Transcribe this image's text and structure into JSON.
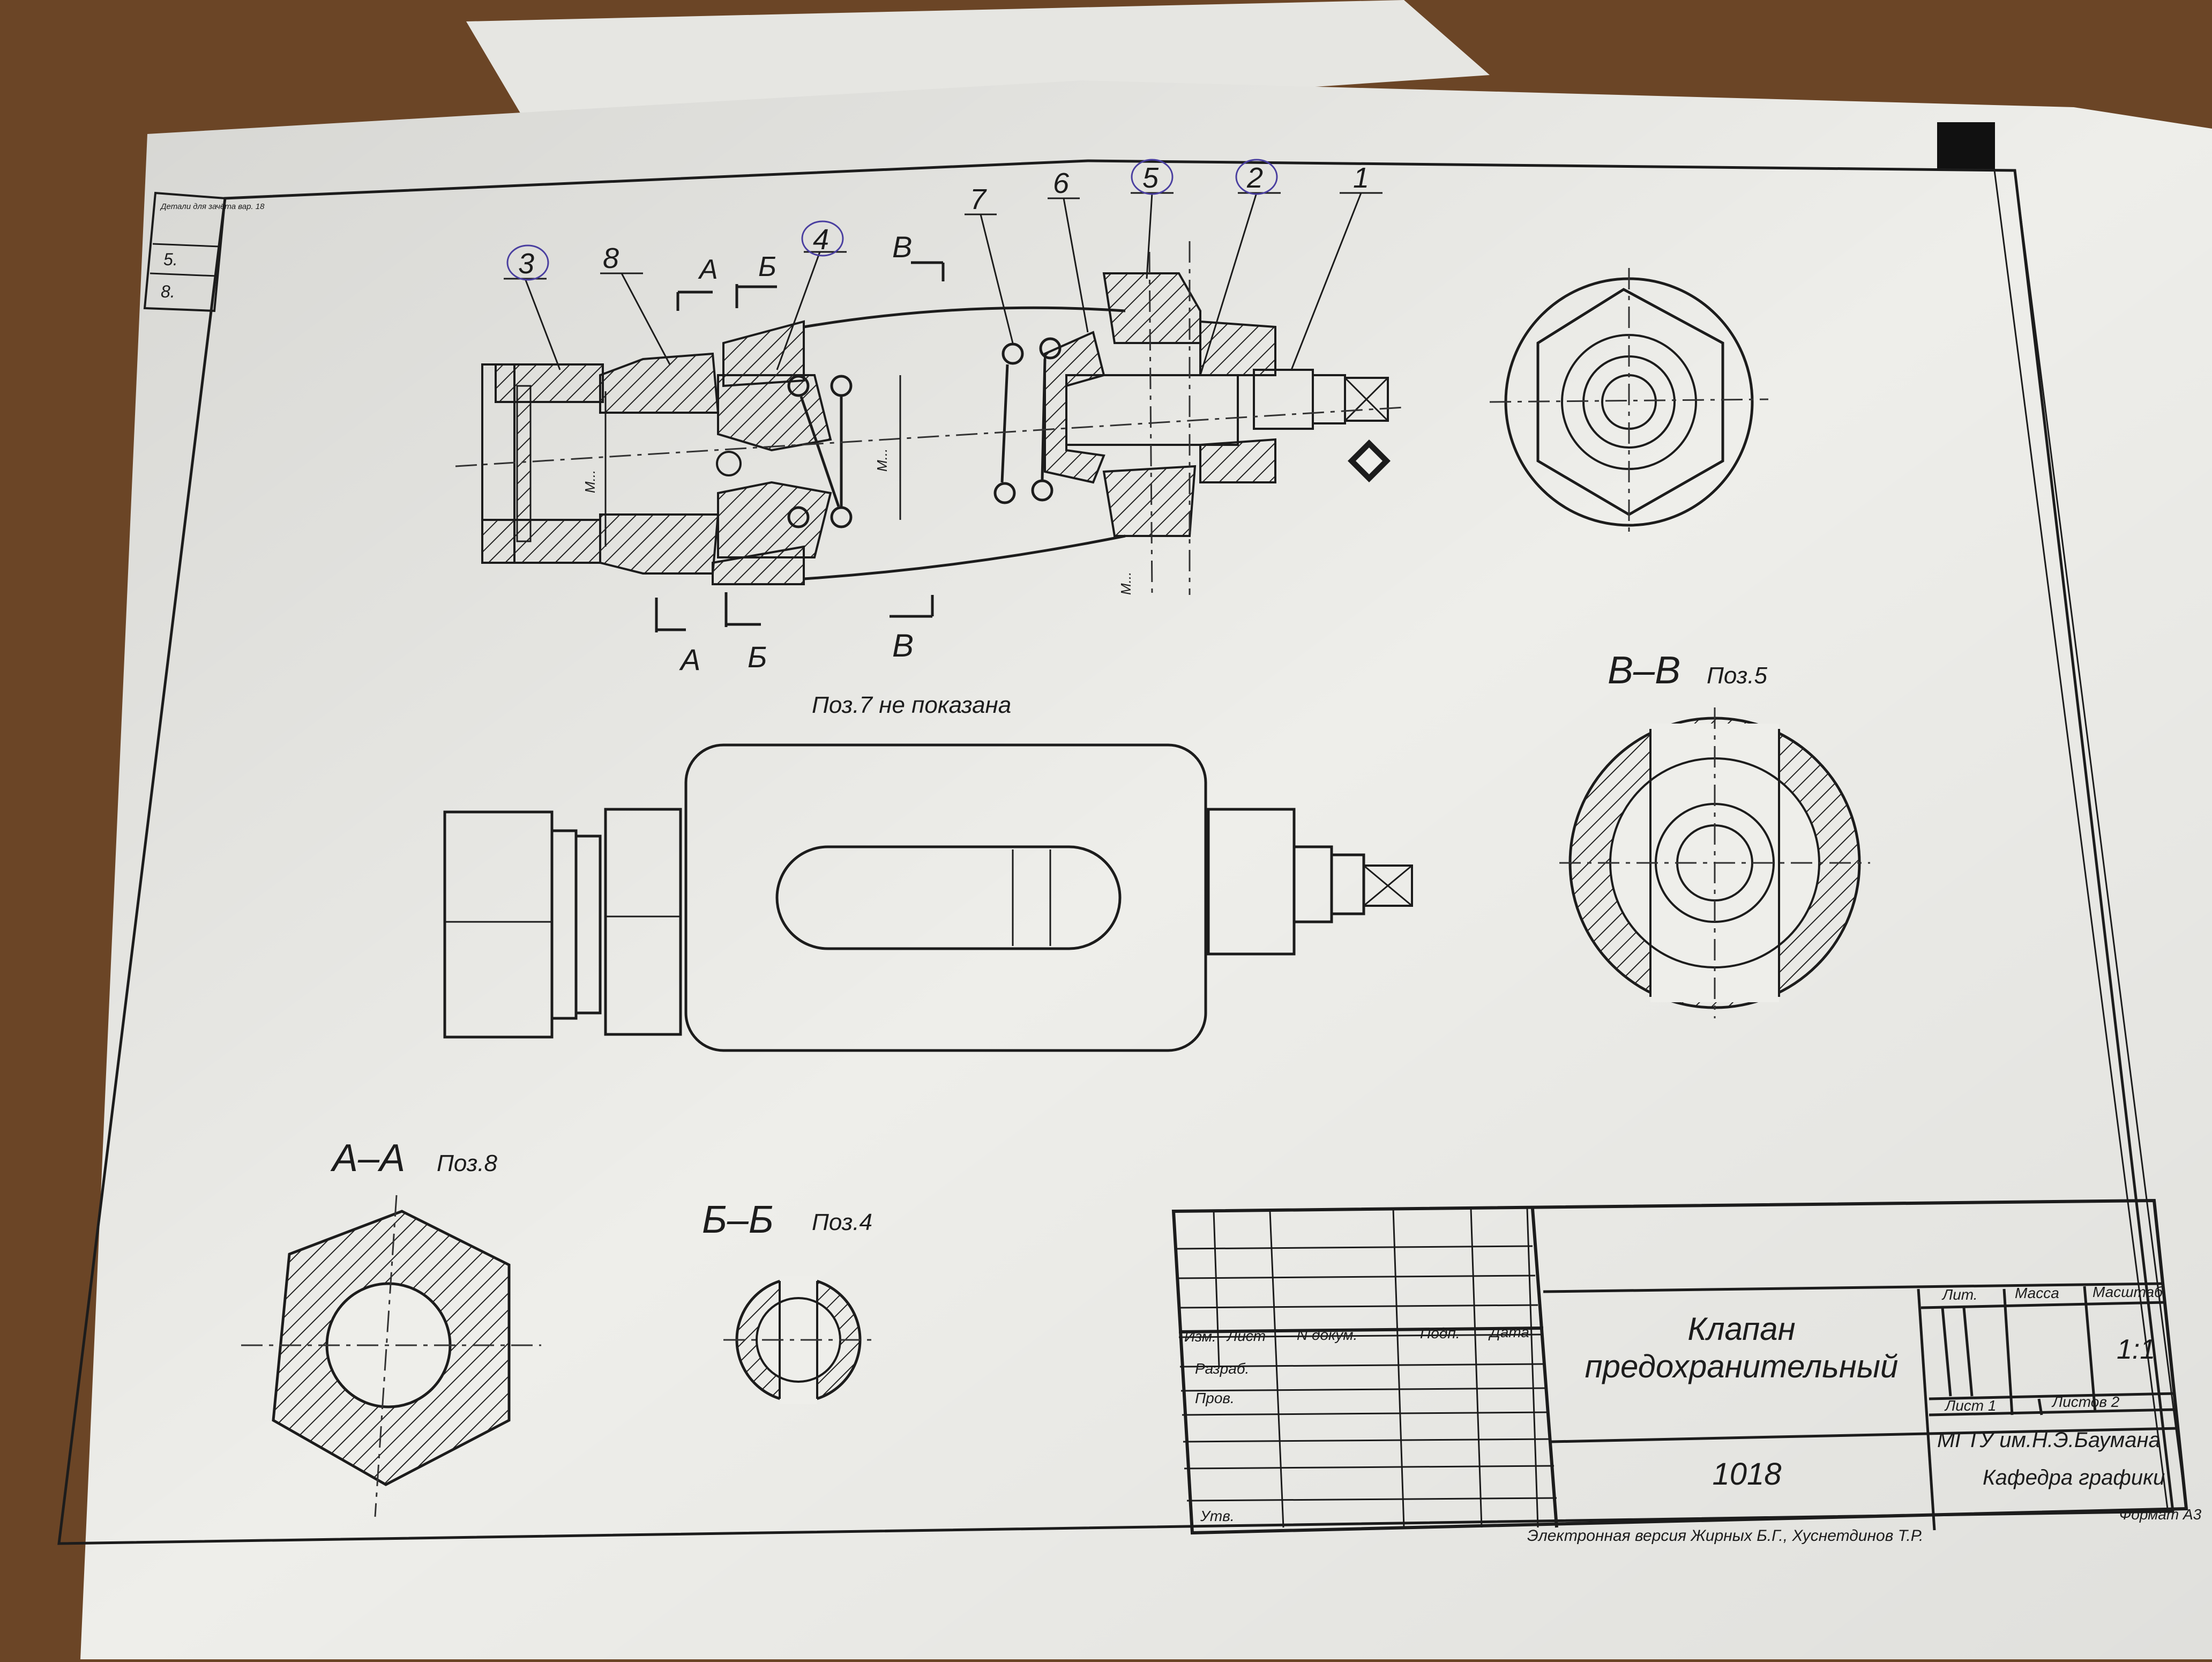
{
  "side_table": {
    "header": "Детали для зачёта вар. 18",
    "rows": [
      "5.",
      "8."
    ]
  },
  "callouts": [
    "3",
    "8",
    "4",
    "7",
    "6",
    "5",
    "2",
    "1"
  ],
  "section_marks": {
    "a": "А",
    "b": "Б",
    "v": "В"
  },
  "thread_label": "М...",
  "notes": {
    "pos7": "Поз.7 не показана"
  },
  "sections": {
    "vv": {
      "title": "В–В",
      "pos": "Поз.5"
    },
    "aa": {
      "title": "А–А",
      "pos": "Поз.8"
    },
    "bb": {
      "title": "Б–Б",
      "pos": "Поз.4"
    }
  },
  "title_block": {
    "name_line1": "Клапан",
    "name_line2": "предохранительный",
    "doc_number": "1018",
    "headers": {
      "izm": "Изм.",
      "list": "Лист",
      "n_dokum": "N докум.",
      "podp": "Подп.",
      "data": "Дата"
    },
    "rows": {
      "razrab": "Разраб.",
      "prov": "Пров.",
      "utv": "Утв."
    },
    "lit": "Лит.",
    "massa": "Масса",
    "masshtab": "Масштаб",
    "scale_value": "1:1",
    "sheet": "Лист 1",
    "sheets": "Листов 2",
    "org_line1": "МГТУ им.Н.Э.Баумана",
    "org_line2": "Кафедра графики"
  },
  "footer": {
    "credit": "Электронная версия Жирных Б.Г., Хуснетдинов Т.Р.",
    "format": "Формат А3"
  },
  "colors": {
    "table": "#6b4526",
    "paper": "#eeeeea",
    "ink": "#1c1c1c"
  }
}
